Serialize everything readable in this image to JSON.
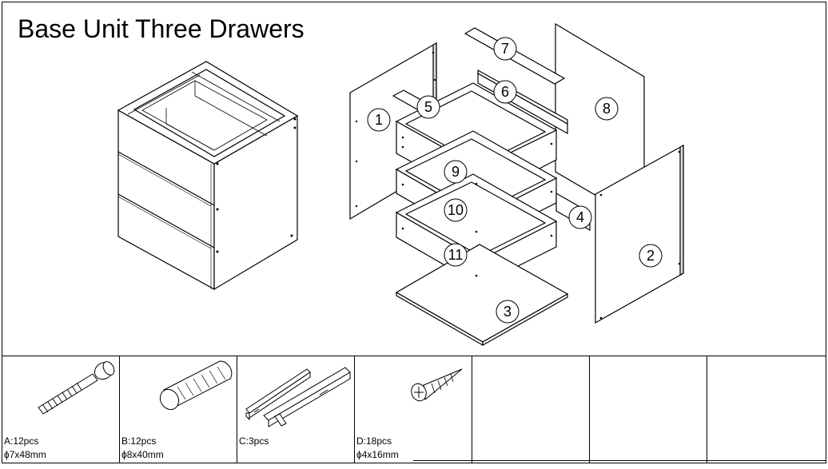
{
  "title": "Base Unit Three Drawers",
  "part_numbers": [
    "1",
    "2",
    "3",
    "4",
    "5",
    "6",
    "7",
    "8",
    "9",
    "10",
    "11"
  ],
  "hardware": [
    {
      "code": "A:12pcs",
      "size": "ϕ7x48mm"
    },
    {
      "code": "B:12pcs",
      "size": "ϕ8x40mm"
    },
    {
      "code": "C:3pcs",
      "size": ""
    },
    {
      "code": "D:18pcs",
      "size": "ϕ4x16mm"
    }
  ]
}
